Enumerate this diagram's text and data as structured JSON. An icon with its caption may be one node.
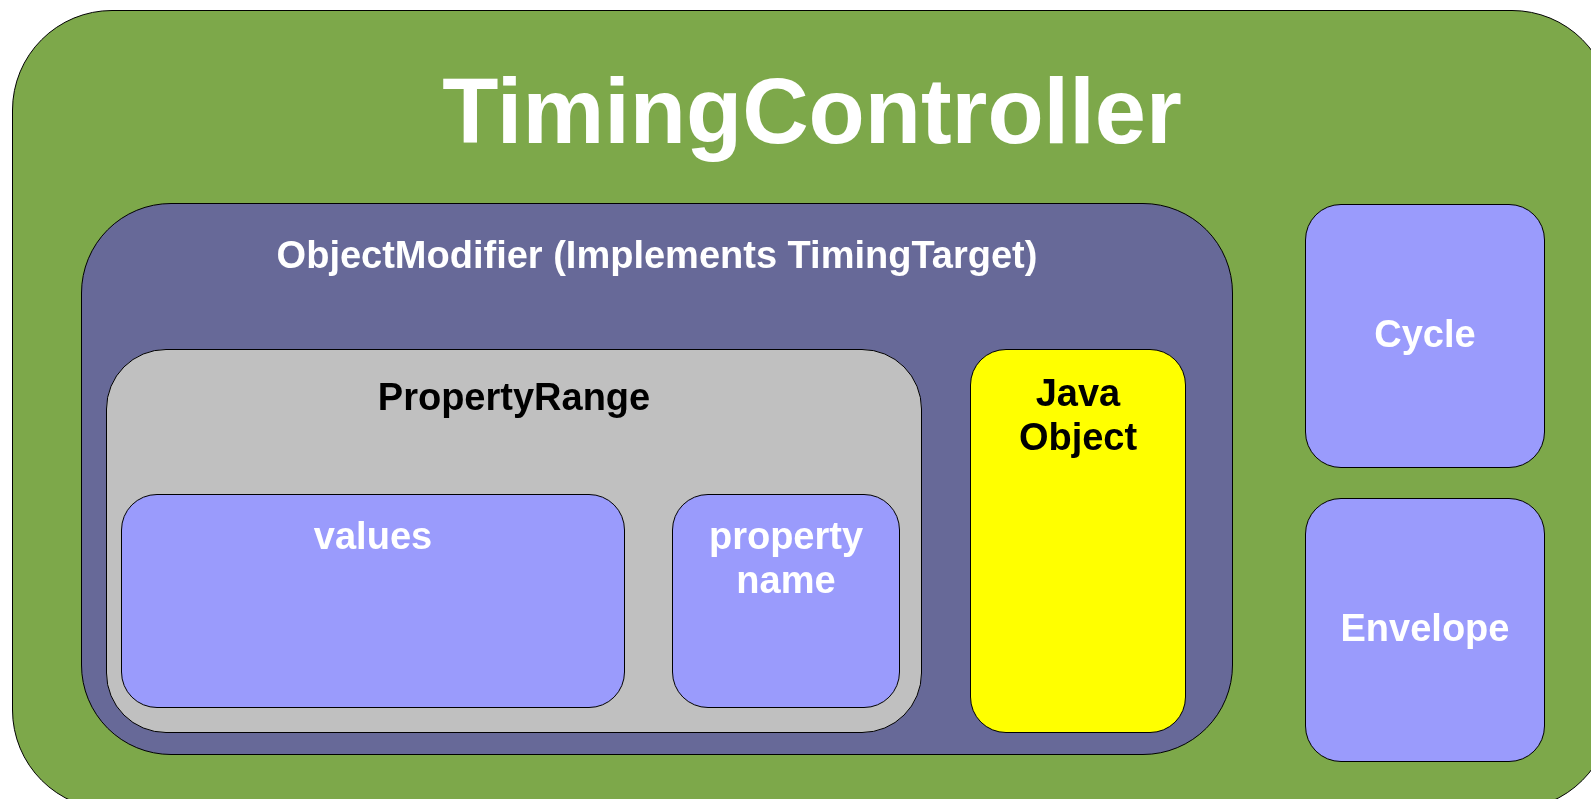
{
  "diagram": {
    "nodes": [
      {
        "text": [
          "TimingController"
        ]
      },
      {
        "text": [
          "ObjectModifier (Implements TimingTarget)"
        ],
        "in": 0
      },
      {
        "text": [
          "PropertyRange"
        ],
        "in": 1
      },
      {
        "text": [
          "values"
        ],
        "in": 2
      },
      {
        "text": [
          "property name"
        ],
        "in": 2
      },
      {
        "text": [
          "Java Object"
        ],
        "in": 1
      },
      {
        "text": [
          "Cycle"
        ],
        "in": 0
      },
      {
        "text": [
          "Envelope"
        ],
        "in": 0
      }
    ]
  }
}
